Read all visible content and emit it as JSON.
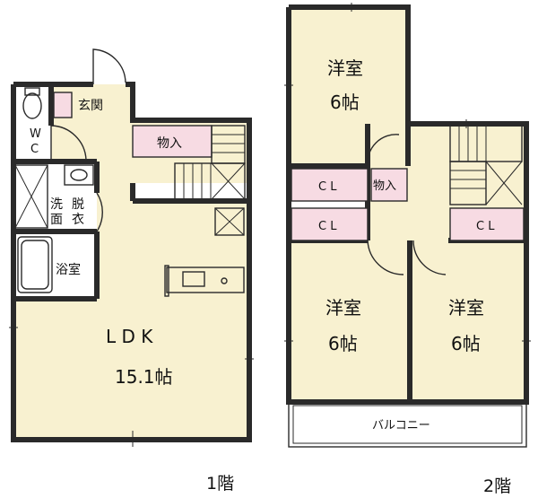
{
  "floor1": {
    "label": "1階",
    "entrance": "玄関",
    "wc_w": "W",
    "wc_c": "C",
    "storage": "物入",
    "washroom_1": "洗",
    "washroom_2": "面",
    "dressing_1": "脱",
    "dressing_2": "衣",
    "bathroom": "浴室",
    "ldk_name": "L D K",
    "ldk_size": "15.1帖"
  },
  "floor2": {
    "label": "2階",
    "room_top_name": "洋室",
    "room_top_size": "6帖",
    "room_left_name": "洋室",
    "room_left_size": "6帖",
    "room_right_name": "洋室",
    "room_right_size": "6帖",
    "closet_1": "C L",
    "closet_2": "C L",
    "closet_3": "C L",
    "storage": "物入",
    "balcony": "バルコニー"
  }
}
